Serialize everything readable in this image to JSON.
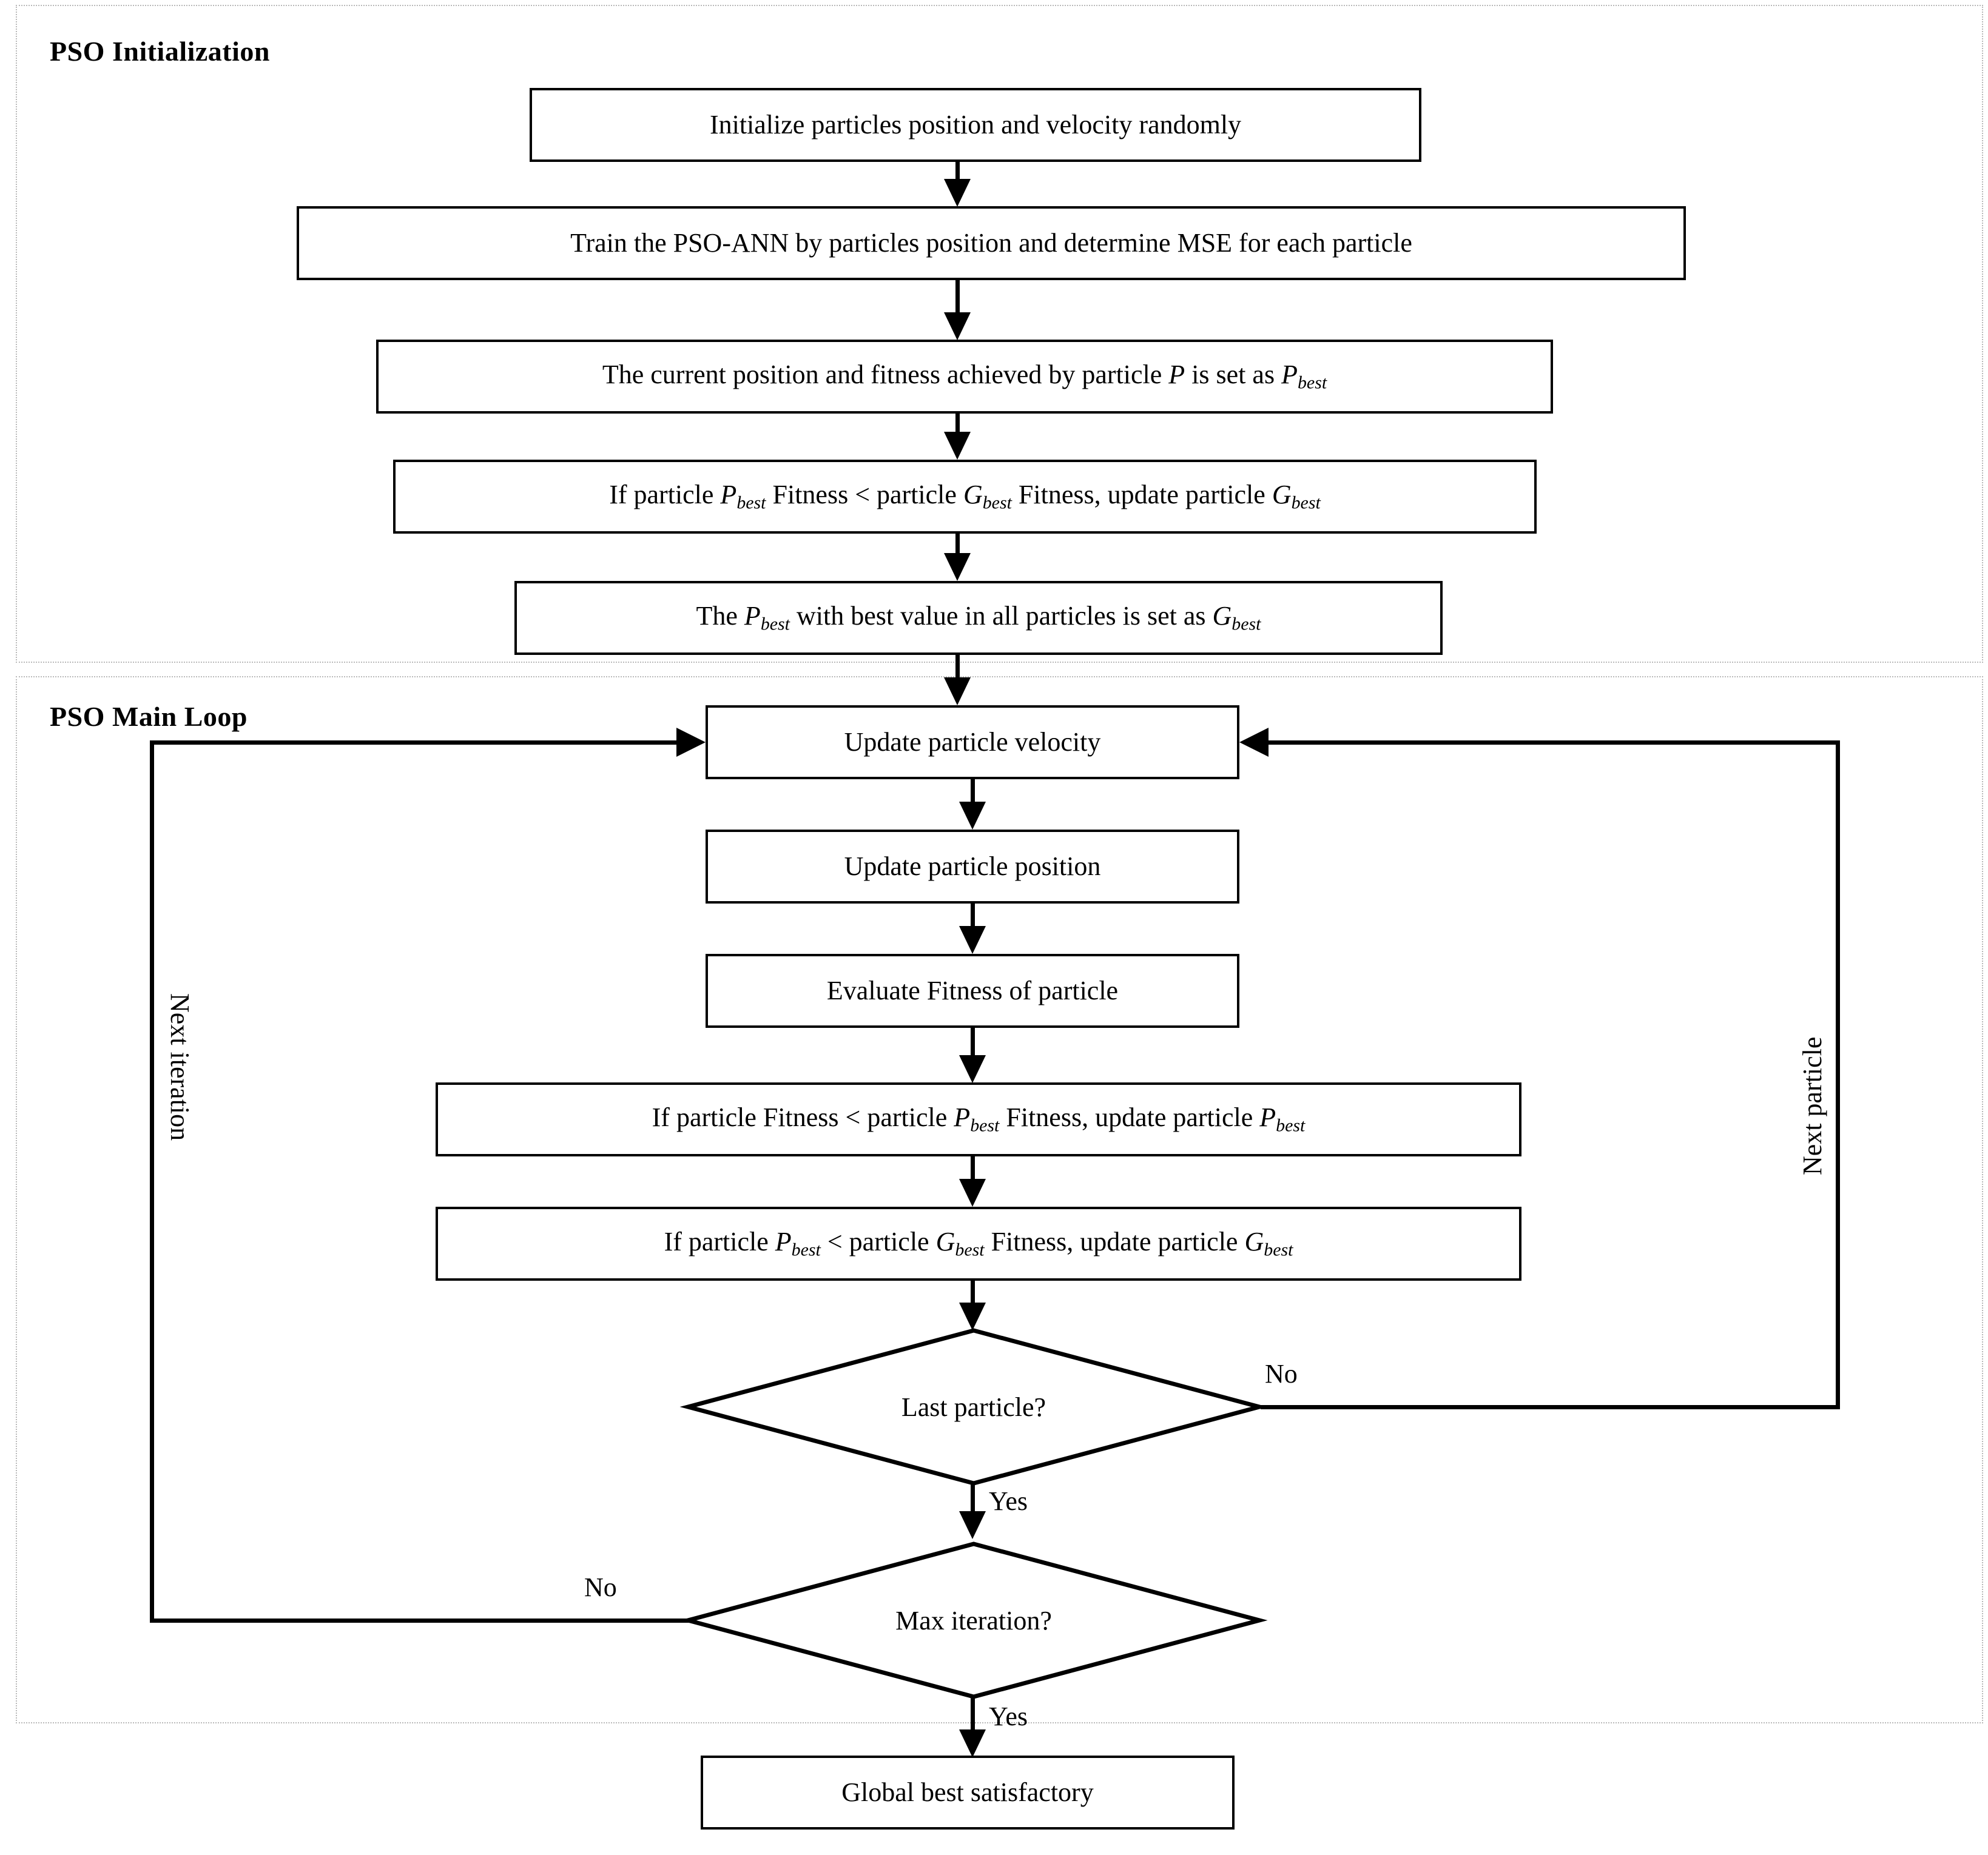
{
  "diagram": {
    "title": "PSO-ANN training flowchart",
    "type": "flowchart",
    "colors": {
      "stroke": "#000000",
      "fill": "#ffffff",
      "panel_border": "#b9b9b9"
    }
  },
  "panels": [
    {
      "id": "init",
      "label": "PSO Initialization"
    },
    {
      "id": "main",
      "label": "PSO Main Loop"
    }
  ],
  "nodes": {
    "init_particles": {
      "text": "Initialize particles position and velocity randomly",
      "shape": "process"
    },
    "train_ann": {
      "text": "Train the PSO-ANN by particles position and determine MSE for each particle",
      "shape": "process"
    },
    "set_pbest": {
      "prefix": "The current position and fitness achieved by particle ",
      "var1": "P",
      "mid": " is set as ",
      "var2": "P",
      "var2sub": "best",
      "shape": "process"
    },
    "cmp_pbest_gbest_init": {
      "prefix": "If particle ",
      "var1": "P",
      "var1sub": "best",
      "mid": " Fitness < particle ",
      "var2": "G",
      "var2sub": "best",
      "suffix": " Fitness, update particle ",
      "var3": "G",
      "var3sub": "best",
      "shape": "process"
    },
    "set_gbest": {
      "prefix": "The ",
      "var1": "P",
      "var1sub": "best",
      "mid": " with best value in all particles is set as ",
      "var2": "G",
      "var2sub": "best",
      "shape": "process"
    },
    "update_velocity": {
      "text": "Update particle velocity",
      "shape": "process"
    },
    "update_position": {
      "text": "Update particle position",
      "shape": "process"
    },
    "evaluate_fitness": {
      "text": "Evaluate Fitness of particle",
      "shape": "process"
    },
    "cmp_fitness_pbest": {
      "prefix": "If particle Fitness < particle ",
      "var1": "P",
      "var1sub": "best",
      "mid": " Fitness, update particle ",
      "var2": "P",
      "var2sub": "best",
      "shape": "process"
    },
    "cmp_pbest_gbest_loop": {
      "prefix": "If particle ",
      "var1": "P",
      "var1sub": "best",
      "mid": " < particle ",
      "var2": "G",
      "var2sub": "best",
      "suffix": " Fitness, update particle ",
      "var3": "G",
      "var3sub": "best",
      "shape": "process"
    },
    "last_particle": {
      "text": "Last particle?",
      "shape": "decision"
    },
    "max_iteration": {
      "text": "Max iteration?",
      "shape": "decision"
    },
    "global_best": {
      "text": "Global best satisfactory",
      "shape": "process"
    }
  },
  "edge_labels": {
    "last_particle_no": "No",
    "last_particle_yes": "Yes",
    "max_iteration_no": "No",
    "max_iteration_yes": "Yes",
    "next_iteration": "Next iteration",
    "next_particle": "Next particle"
  }
}
